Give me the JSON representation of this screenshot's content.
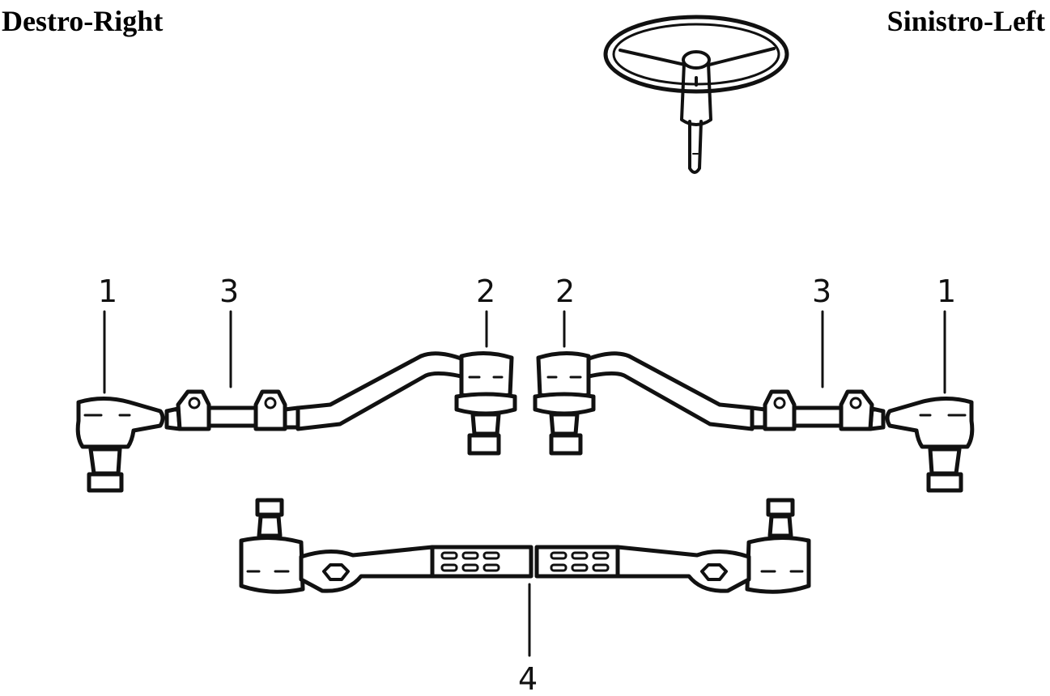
{
  "headings": {
    "right_side": "Destro-Right",
    "left_side": "Sinistro-Left"
  },
  "callouts": {
    "r1": "1",
    "r3": "3",
    "r2": "2",
    "l2": "2",
    "l3": "3",
    "l1": "1",
    "center4": "4"
  },
  "colors": {
    "line": "#111111",
    "background": "#ffffff"
  }
}
